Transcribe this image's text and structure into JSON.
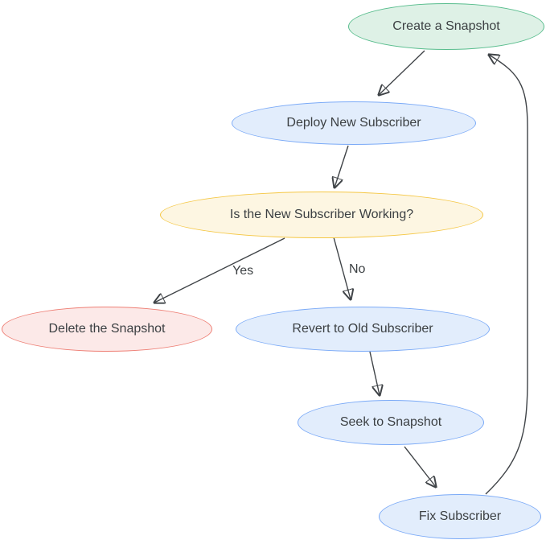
{
  "diagram": {
    "type": "flowchart",
    "nodes": [
      {
        "id": "create-snapshot",
        "label": "Create a Snapshot",
        "shape": "ellipse",
        "fill": "#def1e6",
        "border": "#58bd8d"
      },
      {
        "id": "deploy-new-subscriber",
        "label": "Deploy New Subscriber",
        "shape": "ellipse",
        "fill": "#e2edfc",
        "border": "#7baaf7"
      },
      {
        "id": "is-new-subscriber-working",
        "label": "Is the New Subscriber Working?",
        "shape": "ellipse",
        "fill": "#fdf6e2",
        "border": "#f5c744"
      },
      {
        "id": "delete-the-snapshot",
        "label": "Delete the Snapshot",
        "shape": "ellipse",
        "fill": "#fce9e8",
        "border": "#ee7e74"
      },
      {
        "id": "revert-to-old-subscriber",
        "label": "Revert to Old Subscriber",
        "shape": "ellipse",
        "fill": "#e2edfc",
        "border": "#7baaf7"
      },
      {
        "id": "seek-to-snapshot",
        "label": "Seek to Snapshot",
        "shape": "ellipse",
        "fill": "#e2edfc",
        "border": "#7baaf7"
      },
      {
        "id": "fix-subscriber",
        "label": "Fix Subscriber",
        "shape": "ellipse",
        "fill": "#e2edfc",
        "border": "#7baaf7"
      }
    ],
    "edges": [
      {
        "from": "create-snapshot",
        "to": "deploy-new-subscriber",
        "label": ""
      },
      {
        "from": "deploy-new-subscriber",
        "to": "is-new-subscriber-working",
        "label": ""
      },
      {
        "from": "is-new-subscriber-working",
        "to": "delete-the-snapshot",
        "label": "Yes"
      },
      {
        "from": "is-new-subscriber-working",
        "to": "revert-to-old-subscriber",
        "label": "No"
      },
      {
        "from": "revert-to-old-subscriber",
        "to": "seek-to-snapshot",
        "label": ""
      },
      {
        "from": "seek-to-snapshot",
        "to": "fix-subscriber",
        "label": ""
      },
      {
        "from": "fix-subscriber",
        "to": "create-snapshot",
        "label": ""
      }
    ],
    "colors": {
      "background": "#ffffff",
      "edge_stroke": "#3f4347",
      "text": "#3c4043",
      "green_fill": "#def1e6",
      "green_border": "#58bd8d",
      "blue_fill": "#e2edfc",
      "blue_border": "#7baaf7",
      "yellow_fill": "#fdf6e2",
      "yellow_border": "#f5c744",
      "red_fill": "#fce9e8",
      "red_border": "#ee7e74"
    }
  }
}
